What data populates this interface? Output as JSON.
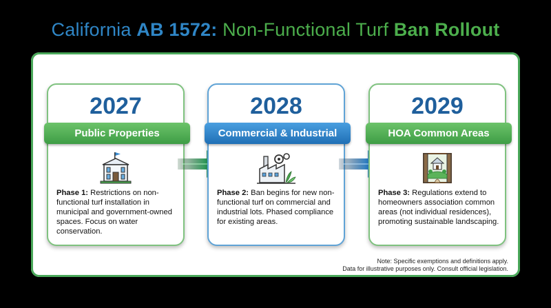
{
  "title": {
    "part1": "California",
    "part2": "AB 1572:",
    "part3": "Non-Functional Turf",
    "part4": "Ban Rollout"
  },
  "phases": [
    {
      "year": "2027",
      "banner": "Public Properties",
      "icon": "government-building-icon",
      "lead": "Phase 1:",
      "text": "Restrictions on non-functional turf installation in municipal and government-owned spaces. Focus on water conservation."
    },
    {
      "year": "2028",
      "banner": "Commercial & Industrial",
      "icon": "factory-icon",
      "lead": "Phase 2:",
      "text": "Ban begins for new non-functional turf on commercial and industrial lots. Phased compliance for existing areas."
    },
    {
      "year": "2029",
      "banner": "HOA Common Areas",
      "icon": "community-park-icon",
      "lead": "Phase 3:",
      "text": "Regulations extend to homeowners association common areas (not individual residences), promoting sustainable landscaping."
    }
  ],
  "note": {
    "line1": "Note: Specific exemptions and definitions apply.",
    "line2": "Data for illustrative purposes only. Consult official legislation."
  },
  "colors": {
    "blue": "#2f86c6",
    "green": "#4cae4c",
    "year": "#1f5f9c"
  }
}
